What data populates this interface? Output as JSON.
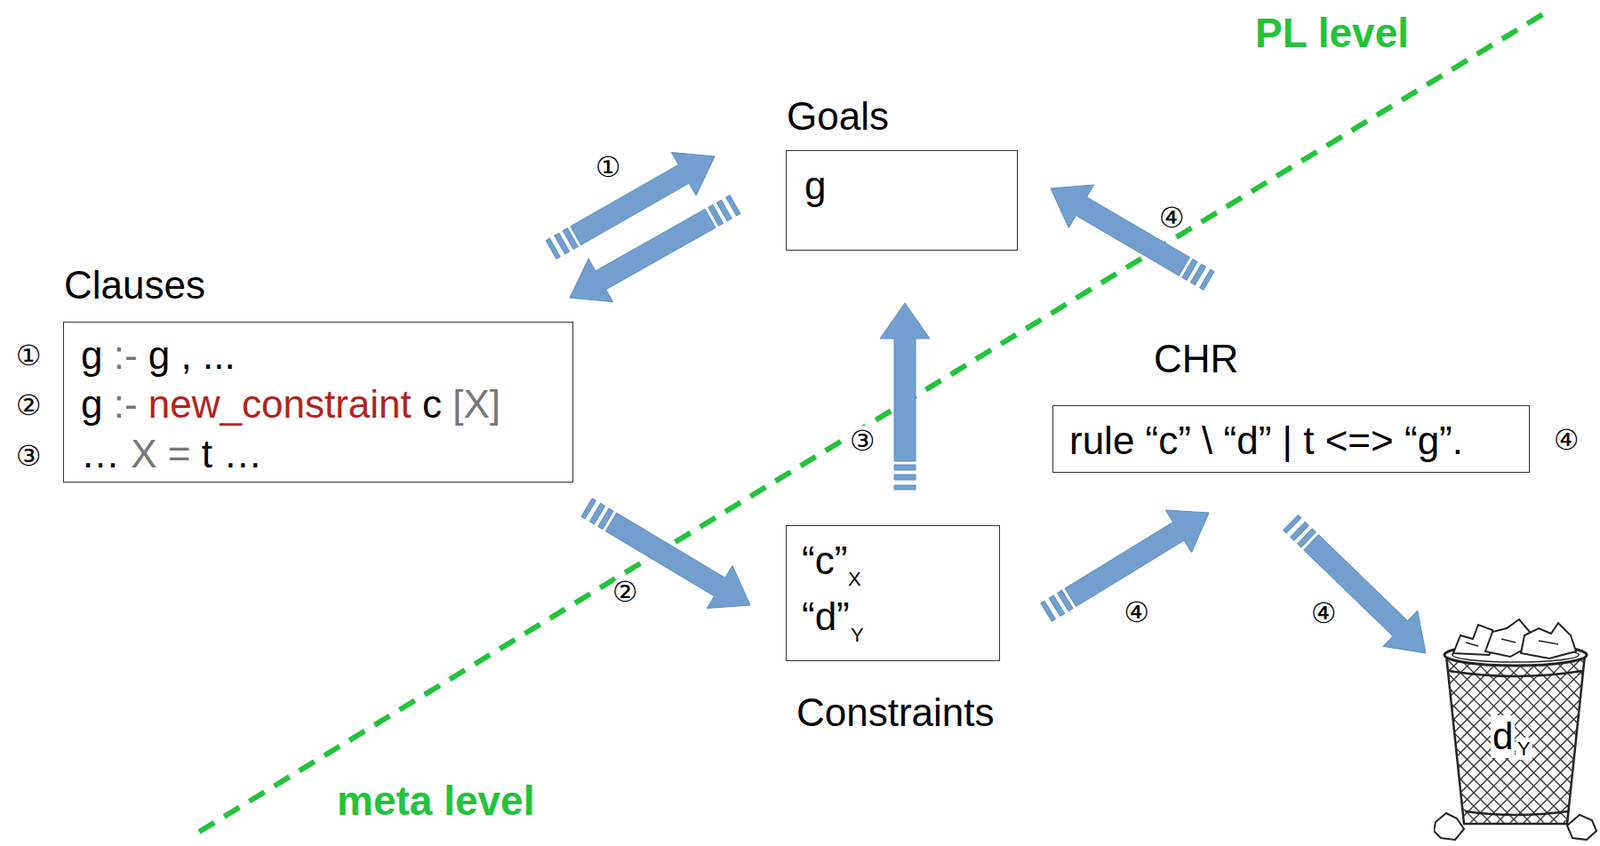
{
  "diagram": {
    "nodes": [
      {
        "text": [
          "Goals",
          "g"
        ]
      },
      {
        "text": [
          "Clauses",
          "g :- g , ...",
          "g :- new_constraint c [X]",
          "… X = t …"
        ]
      },
      {
        "text": [
          "CHR",
          "rule “c” \\ “d” | t <=> “g”."
        ]
      },
      {
        "text": [
          "“c”",
          "X",
          "“d”",
          "Y",
          "Constraints"
        ]
      },
      {
        "text": [
          "d",
          "Y"
        ]
      }
    ],
    "edges": [
      {
        "from": 1,
        "to": 0,
        "arrow": "to",
        "label": "①"
      },
      {
        "from": 0,
        "to": 1,
        "arrow": "to"
      },
      {
        "from": 1,
        "to": 3,
        "arrow": "to",
        "label": "②"
      },
      {
        "from": 3,
        "to": 0,
        "arrow": "to",
        "label": "③"
      },
      {
        "from": 3,
        "to": 2,
        "arrow": "to",
        "label": "④"
      },
      {
        "from": 2,
        "to": 0,
        "arrow": "to",
        "label": "④"
      },
      {
        "from": 2,
        "to": 4,
        "arrow": "to",
        "label": "④"
      }
    ],
    "labels": [
      "PL level",
      "①",
      "②",
      "③",
      "④",
      "meta level"
    ]
  }
}
